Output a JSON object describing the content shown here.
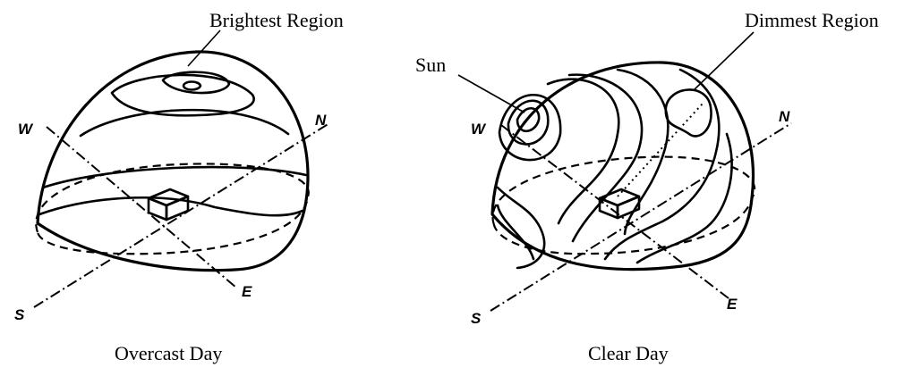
{
  "overcast": {
    "caption": "Overcast Day",
    "callout": "Brightest Region",
    "compass": {
      "w": "W",
      "n": "N",
      "s": "S",
      "e": "E"
    }
  },
  "clear": {
    "caption": "Clear Day",
    "callout": "Dimmest Region",
    "sun_label": "Sun",
    "compass": {
      "w": "W",
      "n": "N",
      "s": "S",
      "e": "E"
    }
  }
}
